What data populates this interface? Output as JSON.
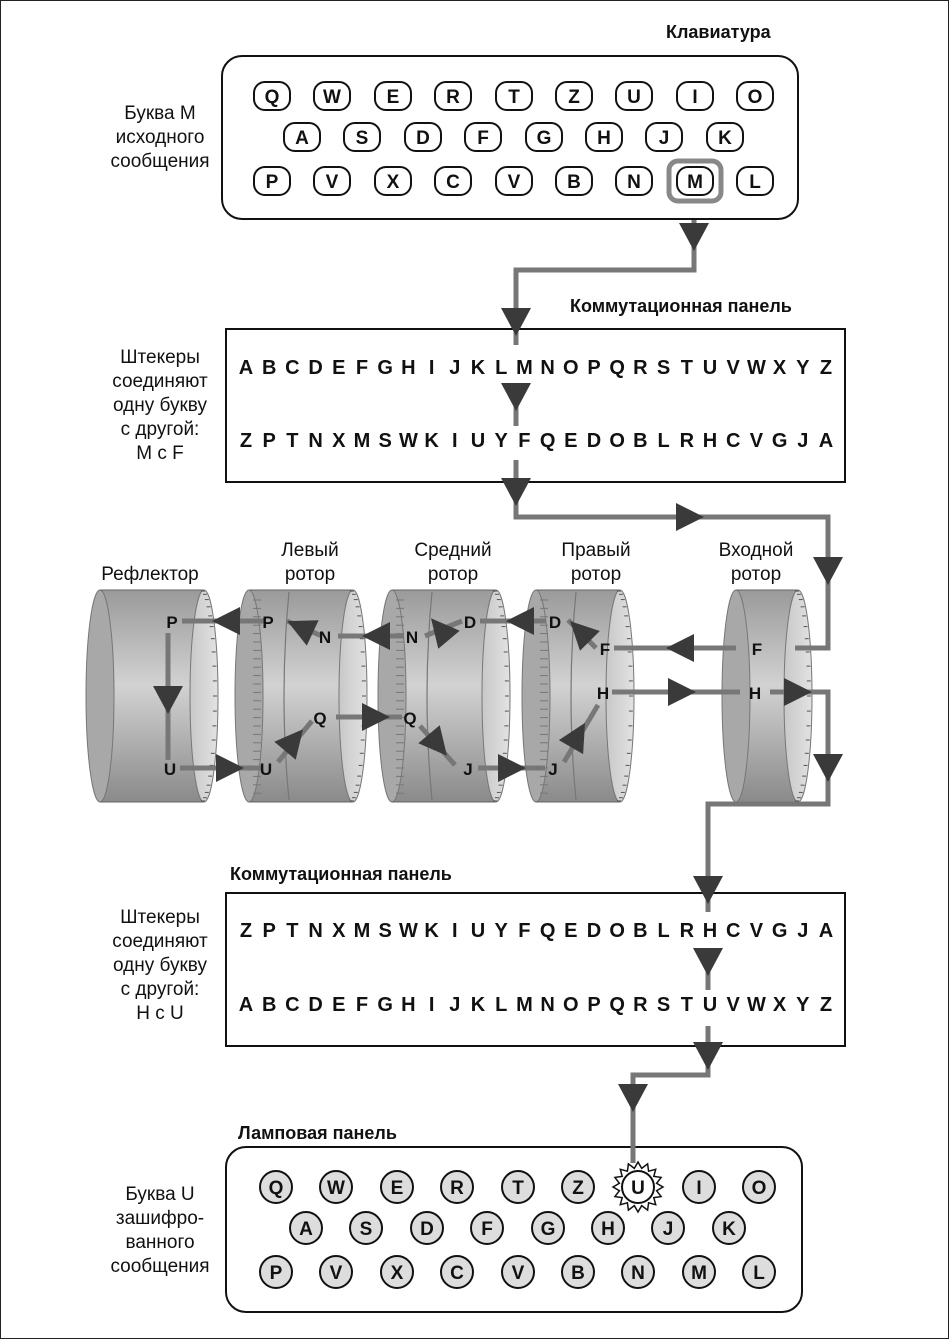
{
  "keyboard": {
    "title": "Клавиатура",
    "side_lines": [
      "Буква M",
      "исходного",
      "сообщения"
    ],
    "rows": [
      [
        "Q",
        "W",
        "E",
        "R",
        "T",
        "Z",
        "U",
        "I",
        "O"
      ],
      [
        "A",
        "S",
        "D",
        "F",
        "G",
        "H",
        "J",
        "K"
      ],
      [
        "P",
        "V",
        "X",
        "C",
        "V",
        "B",
        "N",
        "M",
        "L"
      ]
    ],
    "pressed": "M"
  },
  "plugboard_top": {
    "title": "Коммутационная панель",
    "side_lines": [
      "Штекеры",
      "соединяют",
      "одну букву",
      "с другой:",
      "M с F"
    ],
    "row1": [
      "A",
      "B",
      "C",
      "D",
      "E",
      "F",
      "G",
      "H",
      "I",
      "J",
      "K",
      "L",
      "M",
      "N",
      "O",
      "P",
      "Q",
      "R",
      "S",
      "T",
      "U",
      "V",
      "W",
      "X",
      "Y",
      "Z"
    ],
    "row2": [
      "Z",
      "P",
      "T",
      "N",
      "X",
      "M",
      "S",
      "W",
      "K",
      "I",
      "U",
      "Y",
      "F",
      "Q",
      "E",
      "D",
      "O",
      "B",
      "L",
      "R",
      "H",
      "C",
      "V",
      "G",
      "J",
      "A"
    ]
  },
  "rotors": {
    "reflector": "Рефлектор",
    "left": [
      "Левый",
      "ротор"
    ],
    "middle": [
      "Средний",
      "ротор"
    ],
    "right": [
      "Правый",
      "ротор"
    ],
    "entry": [
      "Входной",
      "ротор"
    ],
    "letters": {
      "refl_top": "P",
      "refl_bot": "U",
      "left_p": "P",
      "left_n": "N",
      "left_q": "Q",
      "left_u": "U",
      "mid_n": "N",
      "mid_d": "D",
      "mid_q": "Q",
      "mid_j": "J",
      "right_d": "D",
      "right_f": "F",
      "right_h": "H",
      "right_j": "J",
      "entry_f": "F",
      "entry_h": "H"
    }
  },
  "plugboard_bottom": {
    "title": "Коммутационная панель",
    "side_lines": [
      "Штекеры",
      "соединяют",
      "одну букву",
      "с другой:",
      "H с U"
    ],
    "row1": [
      "Z",
      "P",
      "T",
      "N",
      "X",
      "M",
      "S",
      "W",
      "K",
      "I",
      "U",
      "Y",
      "F",
      "Q",
      "E",
      "D",
      "O",
      "B",
      "L",
      "R",
      "H",
      "C",
      "V",
      "G",
      "J",
      "A"
    ],
    "row2": [
      "A",
      "B",
      "C",
      "D",
      "E",
      "F",
      "G",
      "H",
      "I",
      "J",
      "K",
      "L",
      "M",
      "N",
      "O",
      "P",
      "Q",
      "R",
      "S",
      "T",
      "U",
      "V",
      "W",
      "X",
      "Y",
      "Z"
    ]
  },
  "lampboard": {
    "title": "Ламповая панель",
    "side_lines": [
      "Буква U",
      "зашифро-",
      "ванного",
      "сообщения"
    ],
    "rows": [
      [
        "Q",
        "W",
        "E",
        "R",
        "T",
        "Z",
        "U",
        "I",
        "O"
      ],
      [
        "A",
        "S",
        "D",
        "F",
        "G",
        "H",
        "J",
        "K"
      ],
      [
        "P",
        "V",
        "X",
        "C",
        "V",
        "B",
        "N",
        "M",
        "L"
      ]
    ],
    "lit": "U"
  },
  "colors": {
    "wire": "#777777",
    "arrow": "#3a3a3a",
    "lamp_fill": "#dddddd",
    "rotor": "#b5b5b5"
  }
}
